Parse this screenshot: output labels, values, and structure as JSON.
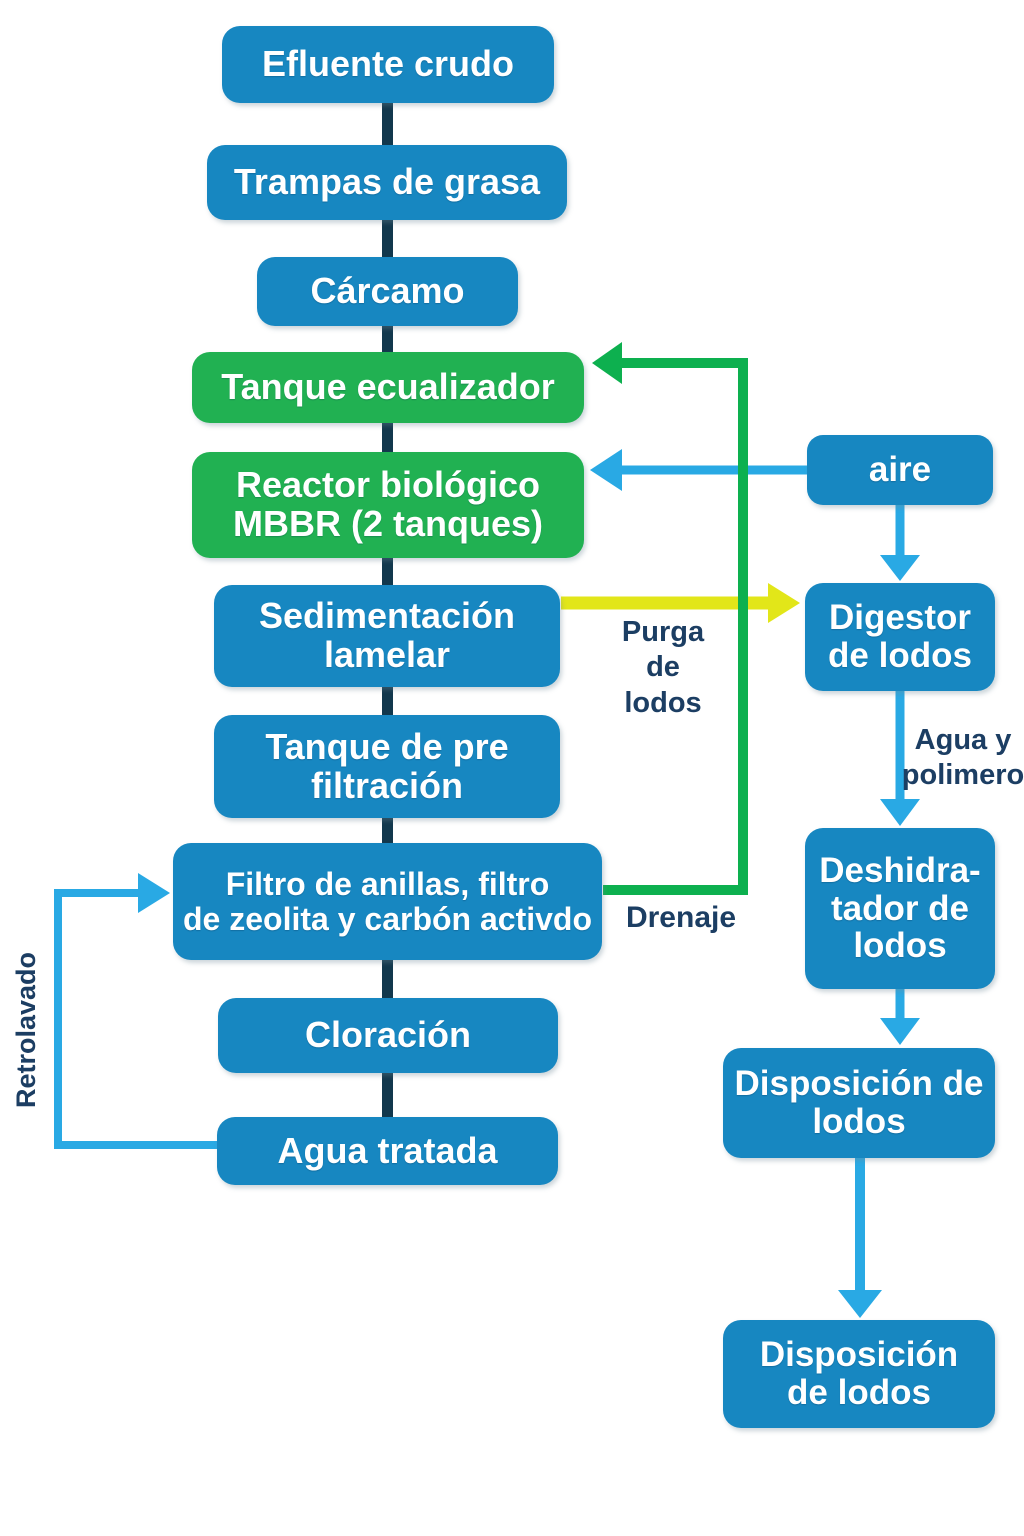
{
  "colors": {
    "node_blue": "#1787c1",
    "node_green": "#21b152",
    "connector_dark": "#12384d",
    "arrow_blue": "#29a9e4",
    "arrow_green": "#0db04f",
    "arrow_yellow": "#e2e619",
    "label_navy": "#1c3e63"
  },
  "nodes": {
    "efluente_crudo": {
      "label": "Efluente crudo"
    },
    "trampas_de_grasa": {
      "label": "Trampas de grasa"
    },
    "carcamo": {
      "label": "Cárcamo"
    },
    "tanque_ecualizador": {
      "label": "Tanque ecualizador"
    },
    "reactor_biologico": {
      "label": "Reactor biológico\nMBBR (2 tanques)"
    },
    "sedimentacion_lamelar": {
      "label": "Sedimentación\nlamelar"
    },
    "tanque_pre_filtracion": {
      "label": "Tanque de pre\nfiltración"
    },
    "filtros": {
      "label": "Filtro de anillas, filtro\nde zeolita y carbón activdo"
    },
    "cloracion": {
      "label": "Cloración"
    },
    "agua_tratada": {
      "label": "Agua tratada"
    },
    "aire": {
      "label": "aire"
    },
    "digestor_lodos": {
      "label": "Digestor\nde lodos"
    },
    "deshidratador_lodos": {
      "label": "Deshidra-\ntador de\nlodos"
    },
    "disposicion_lodos_1": {
      "label": "Disposición de\nlodos"
    },
    "disposicion_lodos_2": {
      "label": "Disposición\nde lodos"
    }
  },
  "edge_labels": {
    "purga_de_lodos": "Purga\nde\nlodos",
    "drenaje": "Drenaje",
    "agua_y_polimero": "Agua y\npolimero",
    "retrolavado": "Retrolavado"
  }
}
